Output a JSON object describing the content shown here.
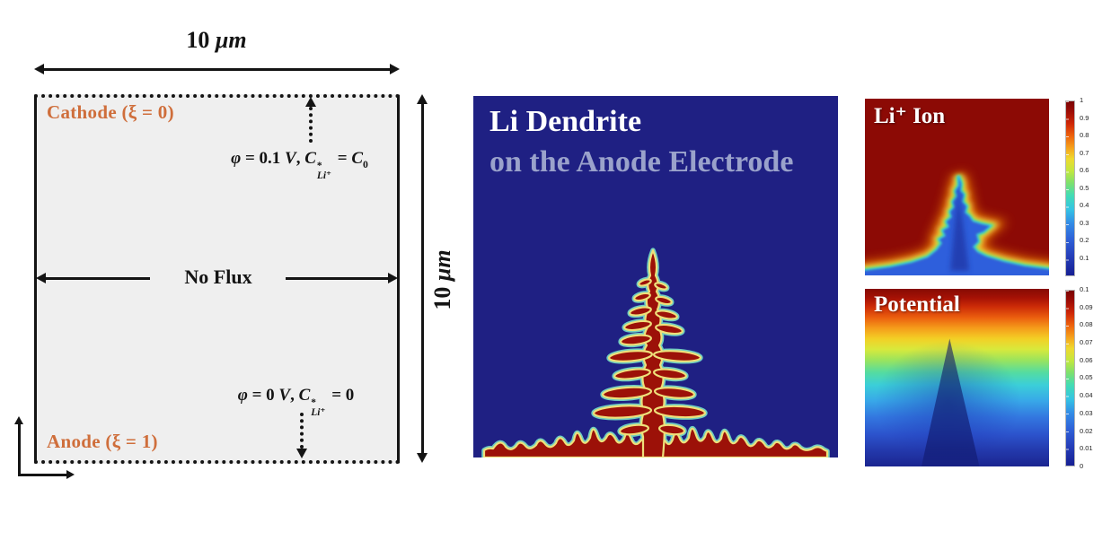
{
  "figure": {
    "schematic": {
      "cathode_label": "Cathode (ξ = 0)",
      "anode_label": "Anode (ξ = 1)",
      "no_flux_label": "No Flux",
      "width_dimension": [
        {
          "t": "10 ",
          "s": "b"
        },
        {
          "t": "μm",
          "s": "bi"
        }
      ],
      "height_dimension": [
        {
          "t": "10 ",
          "s": "b"
        },
        {
          "t": "μm",
          "s": "bi"
        }
      ],
      "top_boundary_condition": [
        {
          "t": "φ ",
          "s": "bi"
        },
        {
          "t": "= 0.1 ",
          "s": "b"
        },
        {
          "t": "V",
          "s": "bi"
        },
        {
          "t": ", ",
          "s": "b"
        },
        {
          "t": "C",
          "s": "bi"
        },
        {
          "s": "ss",
          "sup": "*",
          "sub": "Li⁺"
        },
        {
          "t": " = ",
          "s": "b"
        },
        {
          "t": "C",
          "s": "bi"
        },
        {
          "t": "0",
          "s": "sb"
        }
      ],
      "bottom_boundary_condition": [
        {
          "t": "φ ",
          "s": "bi"
        },
        {
          "t": "= 0 ",
          "s": "b"
        },
        {
          "t": "V",
          "s": "bi"
        },
        {
          "t": ", ",
          "s": "b"
        },
        {
          "t": "C",
          "s": "bi"
        },
        {
          "s": "ss",
          "sup": "*",
          "sub": "Li⁺"
        },
        {
          "t": " = 0",
          "s": "b"
        }
      ],
      "electrode_label_color": "#cf6e3b",
      "box_fill": "#efefef"
    },
    "main_panel": {
      "title": "Li Dendrite",
      "subtitle": "on the Anode Electrode",
      "background": "#1f2083",
      "dendrite_color": "#9c1108",
      "dendrite_outline_color": "#eee07a"
    },
    "li_ion_panel": {
      "title": "Li⁺ Ion",
      "background": "#8c0a05",
      "colorbar_ticks": [
        "1",
        "0.9",
        "0.8",
        "0.7",
        "0.6",
        "0.5",
        "0.4",
        "0.3",
        "0.2",
        "0.1"
      ]
    },
    "potential_panel": {
      "title": "Potential",
      "colorbar_ticks": [
        "0.1",
        "0.09",
        "0.08",
        "0.07",
        "0.06",
        "0.05",
        "0.04",
        "0.03",
        "0.02",
        "0.01",
        "0"
      ]
    }
  }
}
